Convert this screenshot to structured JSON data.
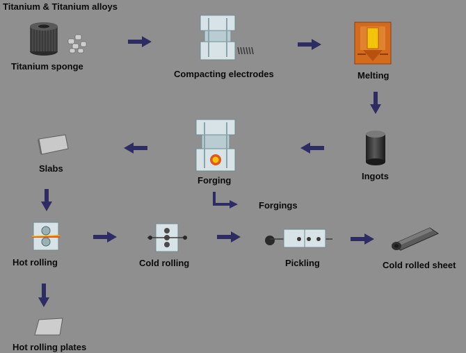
{
  "title": "Titanium & Titanium alloys",
  "steps": {
    "titanium_sponge": "Titanium sponge",
    "compacting_electrodes": "Compacting electrodes",
    "melting": "Melting",
    "ingots": "Ingots",
    "forging": "Forging",
    "slabs": "Slabs",
    "forgings": "Forgings",
    "hot_rolling": "Hot rolling",
    "cold_rolling": "Cold rolling",
    "pickling": "Pickling",
    "cold_rolled_sheet": "Cold rolled sheet",
    "hot_rolling_plates": "Hot rolling plates"
  },
  "colors": {
    "background": "#8f8f8f",
    "arrow": "#2e2c62",
    "text": "#0a0a0a",
    "furnace": "#d46a1c",
    "heat": "#f2c40a"
  }
}
